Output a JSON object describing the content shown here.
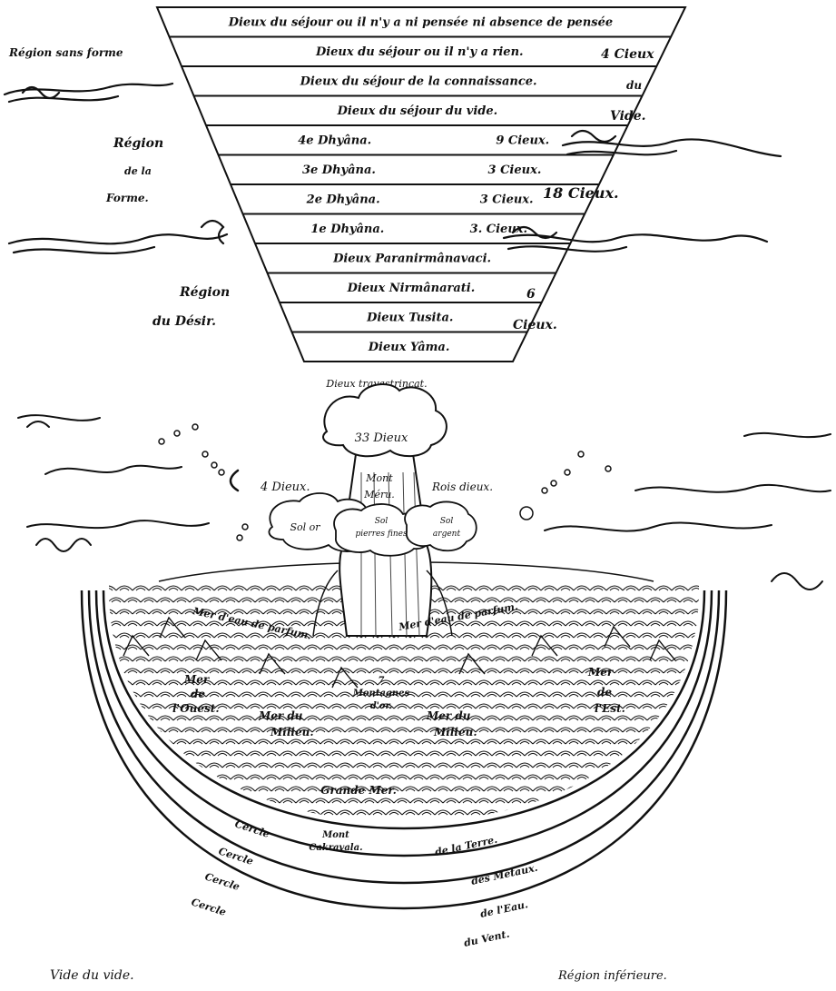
{
  "palette": {
    "ink": "#111111",
    "paper": "#ffffff",
    "shade": "#444444"
  },
  "heavens": {
    "tiers": [
      {
        "left": "Dieux du séjour ou il n'y a ni pensée ni absence de pensée",
        "right": ""
      },
      {
        "left": "Dieux du séjour ou il n'y a rien.",
        "right": ""
      },
      {
        "left": "Dieux du séjour de la connaissance.",
        "right": ""
      },
      {
        "left": "Dieux du séjour du vide.",
        "right": ""
      },
      {
        "left": "4e Dhyâna.",
        "right": "9 Cieux."
      },
      {
        "left": "3e Dhyâna.",
        "right": "3 Cieux."
      },
      {
        "left": "2e Dhyâna.",
        "right": "3 Cieux."
      },
      {
        "left": "1e Dhyâna.",
        "right": "3. Cieux."
      },
      {
        "left": "Dieux Paranirmânavaci.",
        "right": ""
      },
      {
        "left": "Dieux Nirmânarati.",
        "right": ""
      },
      {
        "left": "Dieux Tusita.",
        "right": ""
      },
      {
        "left": "Dieux Yâma.",
        "right": ""
      }
    ],
    "bottom_label": "Dieux trayastrinçat.",
    "left_labels": {
      "sans_forme": "Région sans forme",
      "forme_1": "Région",
      "forme_2": "de la",
      "forme_3": "Forme.",
      "desir_1": "Région",
      "desir_2": "du Désir."
    },
    "right_labels": {
      "vide_1": "4 Cieux",
      "vide_2": "du",
      "vide_3": "Vide.",
      "forme": "18 Cieux.",
      "desir_1": "6",
      "desir_2": "Cieux."
    }
  },
  "mountain": {
    "top": "33 Dieux",
    "center_1": "Mont",
    "center_2": "Méru.",
    "left_gods": "4 Dieux.",
    "right_gods": "Rois dieux.",
    "sol_or": "Sol or",
    "sol_pierres_1": "Sol",
    "sol_pierres_2": "pierres fines",
    "sol_argent_1": "Sol",
    "sol_argent_2": "argent"
  },
  "seas": {
    "perfume_left": "Mer d'eau de parfum.",
    "perfume_mid": "Mer d'eau de parfum.",
    "perfume_right": "Mer d'eau de parfum.",
    "gold_1": "7",
    "gold_2": "Montagnes",
    "gold_3": "d'or.",
    "west_1": "Mer",
    "west_2": "de",
    "west_3": "l'Ouest.",
    "east_1": "Mer",
    "east_2": "de",
    "east_3": "l'Est.",
    "mid_left_1": "Mer du",
    "mid_left_2": "Milieu.",
    "mid_right_1": "Mer du",
    "mid_right_2": "Milieu.",
    "grande": "Grande Mer.",
    "cakravala_1": "Mont",
    "cakravala_2": "Cakravala."
  },
  "circles": {
    "terre_l": "Cercle",
    "terre_r": "de la Terre.",
    "metaux_l": "Cercle",
    "metaux_r": "des Métaux.",
    "eau_l": "Cercle",
    "eau_r": "de l'Eau.",
    "vent_l": "Cercle",
    "vent_r": "du Vent."
  },
  "footer": {
    "left": "Vide du vide.",
    "right": "Région inférieure."
  }
}
